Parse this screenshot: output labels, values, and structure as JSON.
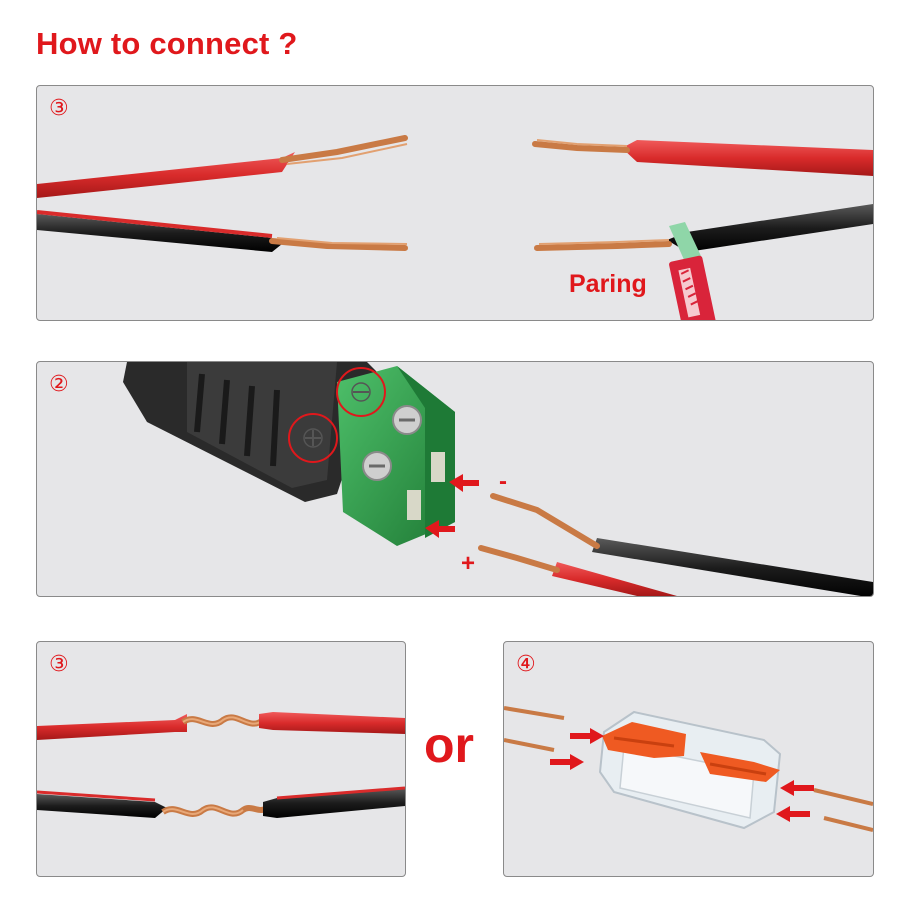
{
  "title": "How to connect ?",
  "panels": {
    "strip": {
      "step": "③",
      "tool_label": "Paring"
    },
    "terminal": {
      "step": "②",
      "minus": "-",
      "plus": "+"
    },
    "twist": {
      "step": "③"
    },
    "connector": {
      "step": "④"
    }
  },
  "separator": "or",
  "colors": {
    "accent": "#e0181c",
    "wire_red": "#d92b2b",
    "wire_black": "#1c1c1c",
    "copper": "#c97a45",
    "terminal_green": "#2e9a47",
    "connector_orange": "#ef5a22",
    "panel_bg": "#e6e6e8"
  },
  "icons": [
    "red-arrow-icon",
    "minus-symbol-icon",
    "plus-symbol-icon",
    "utility-knife-icon"
  ]
}
